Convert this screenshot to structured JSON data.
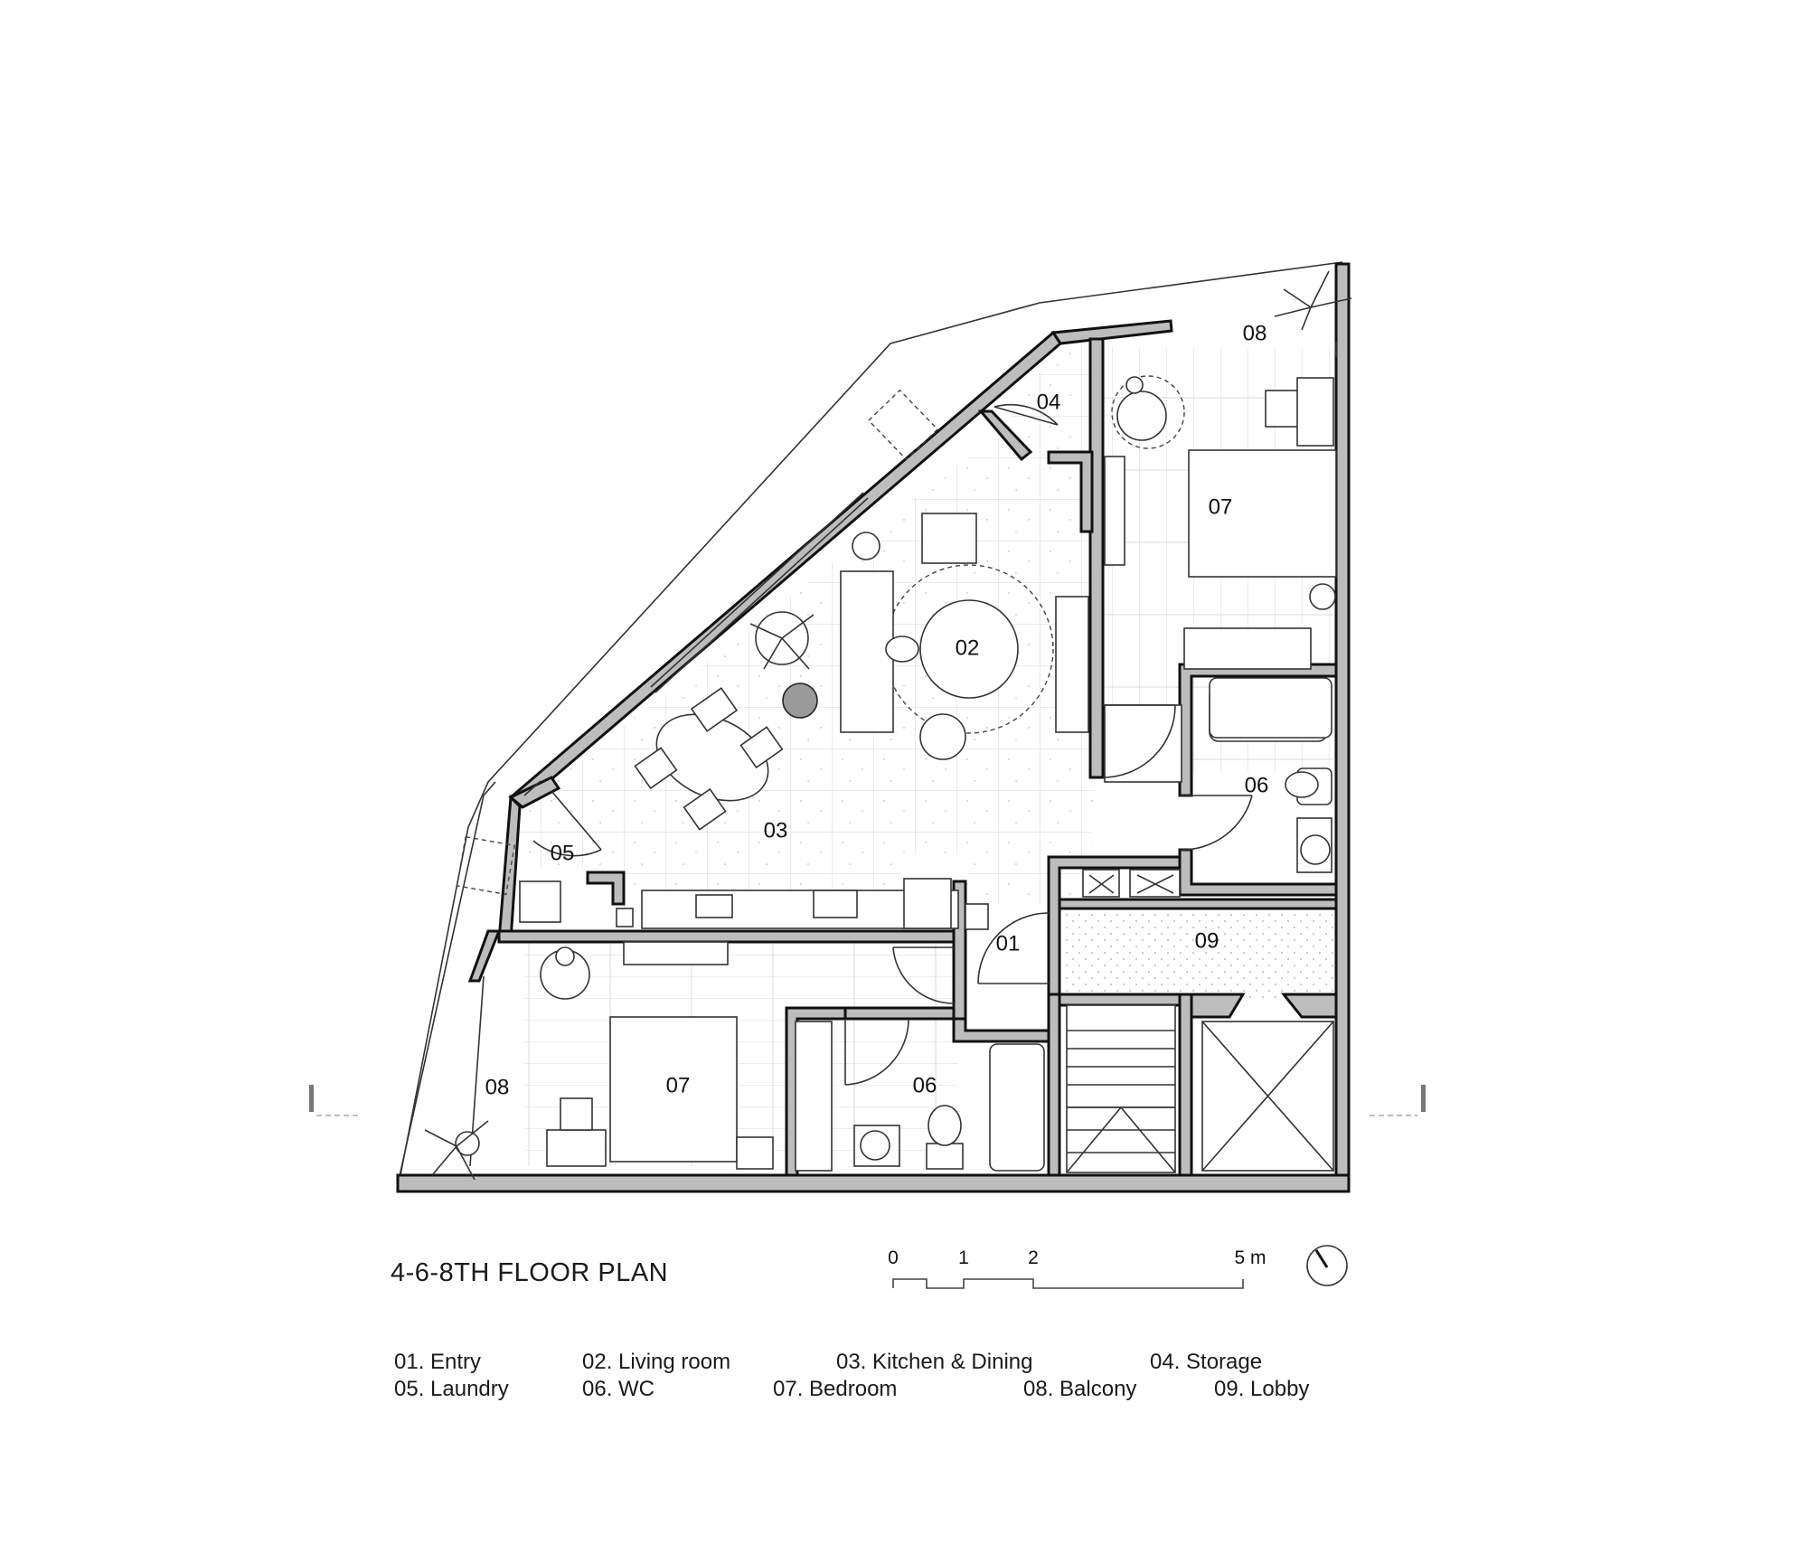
{
  "drawing": {
    "title": "4-6-8TH FLOOR PLAN",
    "room_labels": {
      "r01": "01",
      "r02": "02",
      "r03": "03",
      "r04": "04",
      "r05": "05",
      "r06a": "06",
      "r06b": "06",
      "r07a": "07",
      "r07b": "07",
      "r08a": "08",
      "r08b": "08",
      "r09": "09"
    }
  },
  "scale_bar": {
    "tick_0": "0",
    "tick_1": "1",
    "tick_2": "2",
    "tick_5": "5 m"
  },
  "legend": {
    "item_01": "01. Entry",
    "item_02": "02. Living room",
    "item_03": "03. Kitchen & Dining",
    "item_04": "04. Storage",
    "item_05": "05. Laundry",
    "item_06": "06. WC",
    "item_07": "07. Bedroom",
    "item_08": "08. Balcony",
    "item_09": "09. Lobby"
  },
  "icons": {
    "north_arrow": "north-arrow-icon",
    "section_mark": "section-mark-icon"
  }
}
